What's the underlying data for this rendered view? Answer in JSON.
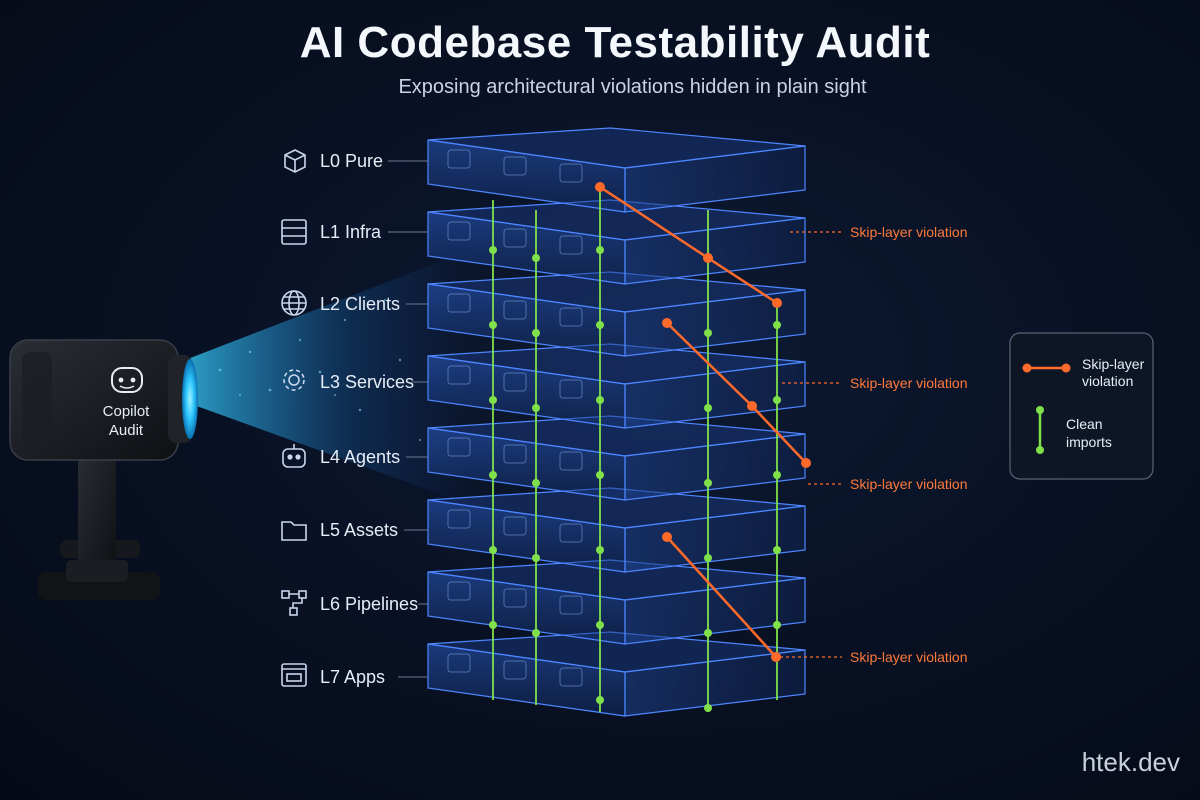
{
  "title": "AI Codebase Testability Audit",
  "subtitle": "Exposing architectural violations hidden in plain sight",
  "brand": "htek.dev",
  "device": {
    "line1": "Copilot",
    "line2": "Audit",
    "icon": "robot-face-icon"
  },
  "layers": [
    {
      "label": "L0 Pure",
      "icon": "cube-icon"
    },
    {
      "label": "L1 Infra",
      "icon": "server-icon"
    },
    {
      "label": "L2 Clients",
      "icon": "globe-icon"
    },
    {
      "label": "L3 Services",
      "icon": "gear-icon"
    },
    {
      "label": "L4 Agents",
      "icon": "robot-icon"
    },
    {
      "label": "L5 Assets",
      "icon": "folder-icon"
    },
    {
      "label": "L6 Pipelines",
      "icon": "pipeline-icon"
    },
    {
      "label": "L7 Apps",
      "icon": "app-window-icon"
    }
  ],
  "violation_labels": [
    "Skip-layer violation",
    "Skip-layer violation",
    "Skip-layer violation",
    "Skip-layer violation"
  ],
  "legend": {
    "violation": "Skip-layer violation",
    "clean": "Clean imports"
  },
  "colors": {
    "violation": "#ff6a2a",
    "clean": "#7fe04a",
    "layer_edge": "#4d86ff",
    "beam": "#2ec8ff"
  }
}
